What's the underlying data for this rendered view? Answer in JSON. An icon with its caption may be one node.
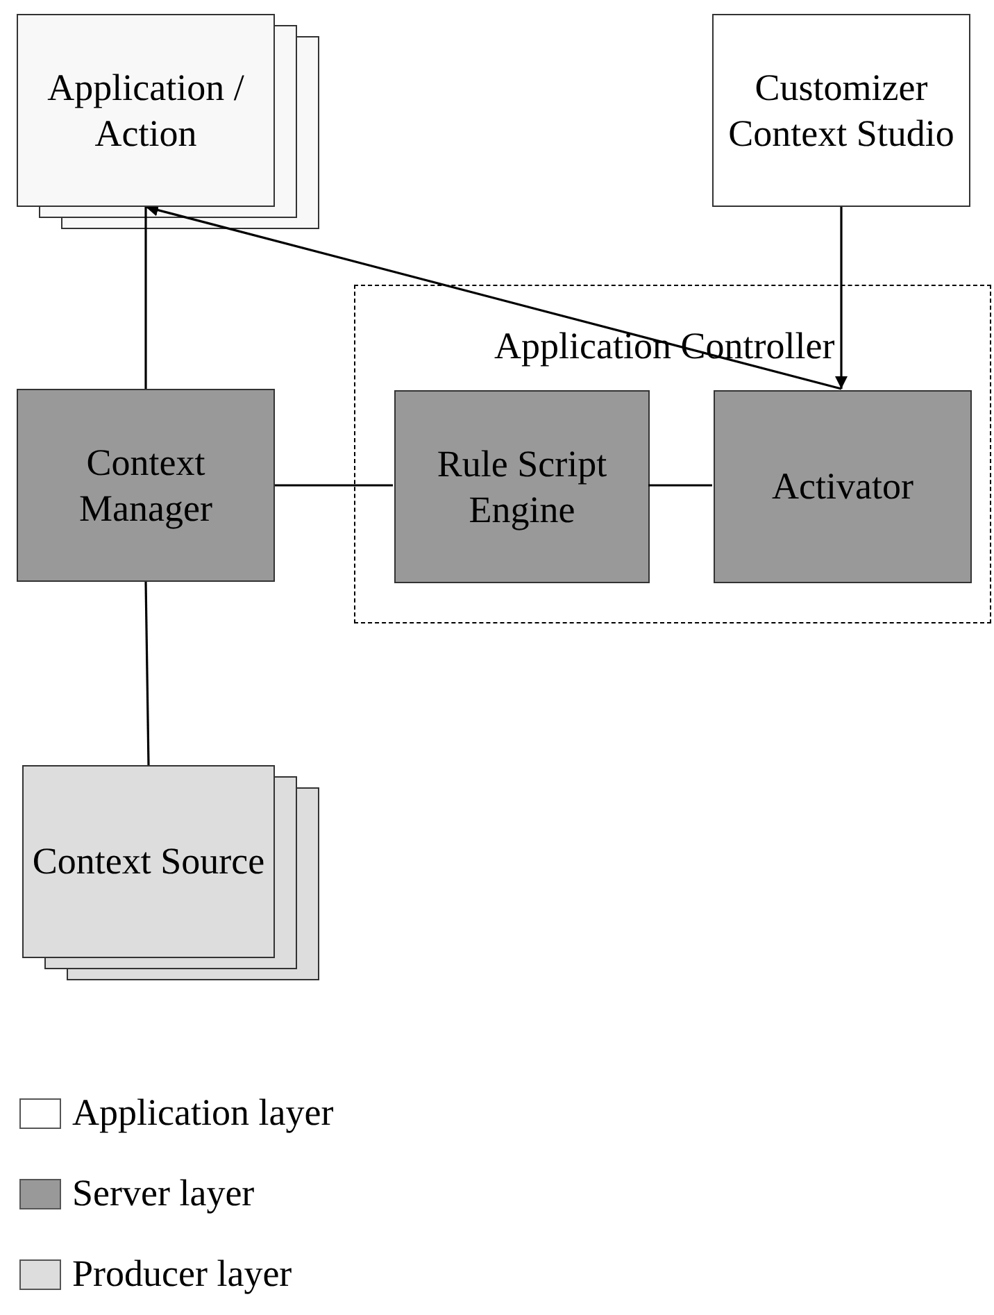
{
  "diagram": {
    "nodes": [
      {
        "text": [
          "Application / Action"
        ]
      },
      {
        "text": [
          "Customizer Context Studio"
        ]
      },
      {
        "text": [
          "Application Controller"
        ]
      },
      {
        "text": [
          "Context Manager"
        ]
      },
      {
        "text": [
          "Rule Script Engine"
        ],
        "in": 2
      },
      {
        "text": [
          "Activator"
        ],
        "in": 2
      },
      {
        "text": [
          "Context Source"
        ]
      }
    ],
    "edges": [
      {
        "from": 3,
        "to": 0,
        "arrow": "none"
      },
      {
        "from": 5,
        "to": 0,
        "arrow": "to"
      },
      {
        "from": 1,
        "to": 5,
        "arrow": "to"
      },
      {
        "from": 3,
        "to": 4,
        "arrow": "none"
      },
      {
        "from": 4,
        "to": 5,
        "arrow": "none"
      },
      {
        "from": 3,
        "to": 6,
        "arrow": "none"
      }
    ],
    "legend": [
      {
        "text": "Application layer",
        "color": "#ffffff"
      },
      {
        "text": "Server layer",
        "color": "#999999"
      },
      {
        "text": "Producer layer",
        "color": "#dddddd"
      }
    ]
  }
}
